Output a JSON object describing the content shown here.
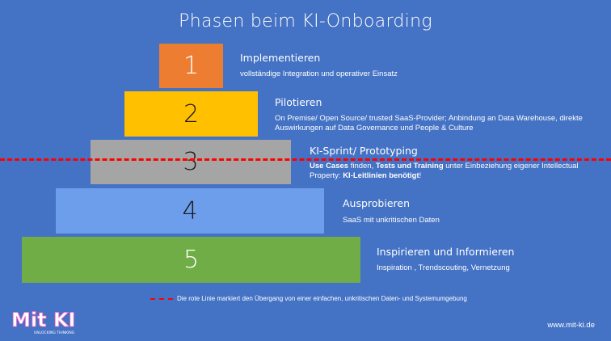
{
  "title": "Phasen beim KI-Onboarding",
  "levels": [
    {
      "number": "1",
      "heading": "Implementieren",
      "description": "vollständige Integration und operativer Einsatz",
      "color": "#ed7d31"
    },
    {
      "number": "2",
      "heading": "Pilotieren",
      "description": "On Premise/ Open Source/ trusted SaaS-Provider; Anbindung an Data Warehouse, direkte Auswirkungen auf Data Governance und People & Culture",
      "color": "#ffc000"
    },
    {
      "number": "3",
      "heading": "KI-Sprint/ Prototyping",
      "description_parts": {
        "p1": "Use Cases",
        "p2": " finden, ",
        "p3": "Tests und Training",
        "p4": " unter Einbeziehung eigener Intellectual Property: ",
        "p5": "KI-Leitlinien benötigt",
        "p6": "!"
      },
      "color": "#a5a5a5"
    },
    {
      "number": "4",
      "heading": "Ausprobieren",
      "description": "SaaS mit unkritischen Daten",
      "color": "#6d9eeb"
    },
    {
      "number": "5",
      "heading": "Inspirieren und Informieren",
      "description": "Inspiration , Trendscouting, Vernetzung",
      "color": "#70ad47"
    }
  ],
  "legend": "Die rote Linie markiert den Übergang von einer einfachen, unkritischen Daten- und Systemumgebung",
  "logo": {
    "text": "Mit KI",
    "tagline": "UNLOCKING THINKING"
  },
  "url": "www.mit-ki.de",
  "colors": {
    "background": "#4472c4",
    "redline": "#ff0000"
  }
}
